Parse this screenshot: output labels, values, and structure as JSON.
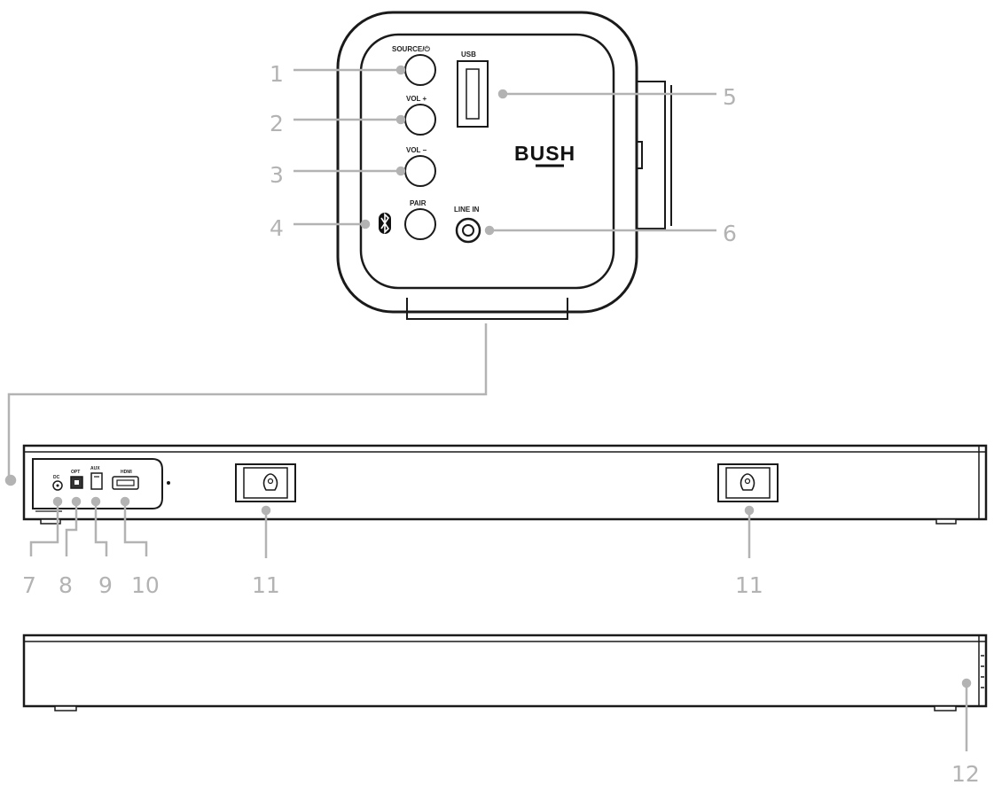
{
  "brand": {
    "name": "BUSH"
  },
  "top_panel": {
    "buttons": [
      {
        "label": "SOURCE/⏻"
      },
      {
        "label": "VOL +"
      },
      {
        "label": "VOL −"
      },
      {
        "label": "PAIR"
      }
    ],
    "usb_label": "USB",
    "line_in_label": "LINE IN",
    "bluetooth_icon": "bluetooth-icon"
  },
  "rear_ports": {
    "labels": [
      "DC",
      "OPT",
      "AUX",
      "HDMI"
    ]
  },
  "callouts": [
    "1",
    "2",
    "3",
    "4",
    "5",
    "6",
    "7",
    "8",
    "9",
    "10",
    "11",
    "11",
    "12"
  ],
  "colors": {
    "outline": "#1a1a1a",
    "callout": "#b3b3b3"
  }
}
